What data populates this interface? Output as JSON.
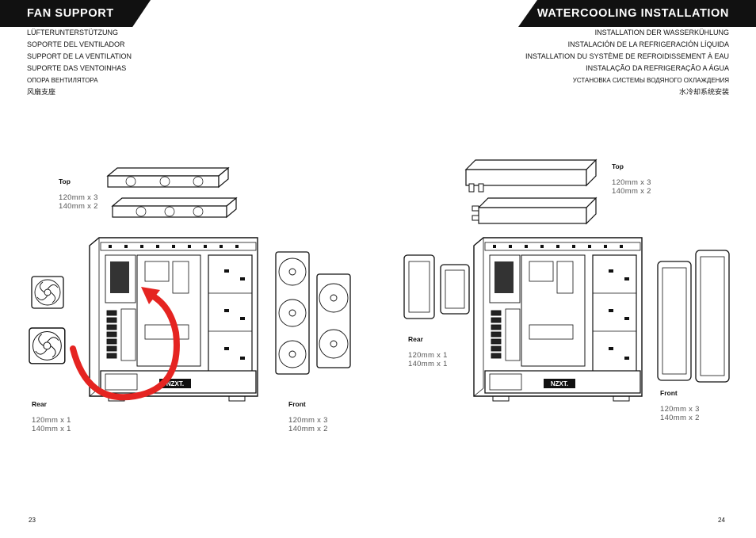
{
  "left": {
    "title": "FAN SUPPORT",
    "translations": [
      "LÜFTERUNTERSTÜTZUNG",
      "SOPORTE DEL VENTILADOR",
      "SUPPORT DE LA VENTILATION",
      "SUPORTE DAS VENTOINHAS",
      "ОПОРА ВЕНТИЛЯТОРА",
      "风扇支座"
    ],
    "top": {
      "label": "Top",
      "specs": [
        "120mm x 3",
        "140mm x 2"
      ]
    },
    "rear": {
      "label": "Rear",
      "specs": [
        "120mm x 1",
        "140mm x 1"
      ]
    },
    "front": {
      "label": "Front",
      "specs": [
        "120mm x 3",
        "140mm x 2"
      ]
    },
    "page": "23",
    "arrow_color": "#e52421"
  },
  "right": {
    "title": "WATERCOOLING INSTALLATION",
    "translations": [
      "INSTALLATION DER WASSERKÜHLUNG",
      "INSTALACIÓN DE LA REFRIGERACIÓN LÍQUIDA",
      "INSTALLATION DU SYSTÈME DE REFROIDISSEMENT À EAU",
      "INSTALAÇÃO DA REFRIGERAÇÃO A ÁGUA",
      "УСТАНОВКА СИСТЕМЫ ВОДЯНОГО ОХЛАЖДЕНИЯ",
      "水冷却系统安装"
    ],
    "top": {
      "label": "Top",
      "specs": [
        "120mm x 3",
        "140mm x 2"
      ]
    },
    "rear": {
      "label": "Rear",
      "specs": [
        "120mm x 1",
        "140mm x 1"
      ]
    },
    "front": {
      "label": "Front",
      "specs": [
        "120mm x 3",
        "140mm x 2"
      ]
    },
    "page": "24"
  },
  "brand_logo": "NZXT."
}
